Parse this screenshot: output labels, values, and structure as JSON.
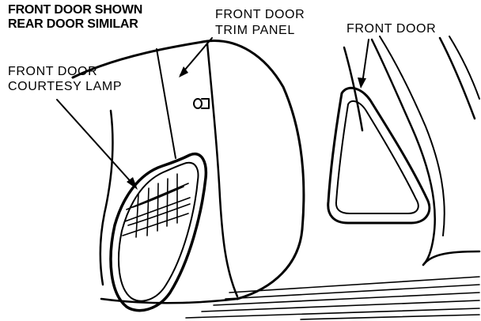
{
  "labels": {
    "header_line1": "FRONT DOOR SHOWN",
    "header_line2": "REAR DOOR SIMILAR",
    "trim_panel_line1": "FRONT DOOR",
    "trim_panel_line2": "TRIM PANEL",
    "front_door": "FRONT DOOR",
    "lamp_line1": "FRONT DOOR",
    "lamp_line2": "COURTESY LAMP"
  },
  "colors": {
    "ink": "#000000",
    "paper": "#ffffff"
  }
}
